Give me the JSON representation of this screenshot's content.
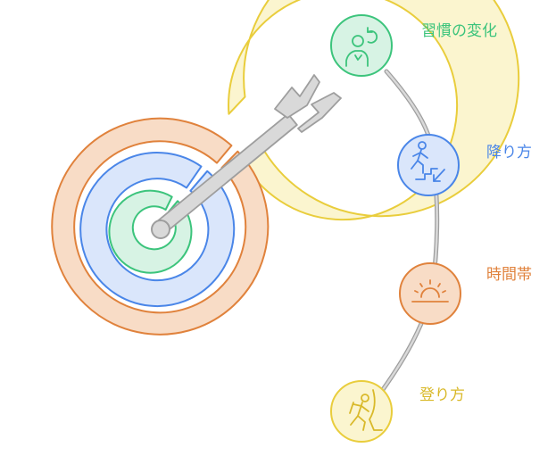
{
  "colors": {
    "green_stroke": "#3cc47c",
    "green_fill": "#d7f3e4",
    "blue_stroke": "#4a86e8",
    "blue_fill": "#dae6fb",
    "orange_stroke": "#e0823c",
    "orange_fill": "#f8dcc6",
    "yellow_stroke": "#e9cd3c",
    "yellow_fill": "#fbf5cf",
    "gray_stroke": "#9e9e9e",
    "gray_fill": "#d9d9d9"
  },
  "items": [
    {
      "label": "習慣の変化",
      "icon": "person-refresh-icon",
      "color": "#3cc47c"
    },
    {
      "label": "降り方",
      "icon": "person-descending-stairs-icon",
      "color": "#4a86e8"
    },
    {
      "label": "時間帯",
      "icon": "sunrise-icon",
      "color": "#e0823c"
    },
    {
      "label": "登り方",
      "icon": "person-climbing-icon",
      "color": "#e9cd3c"
    }
  ]
}
